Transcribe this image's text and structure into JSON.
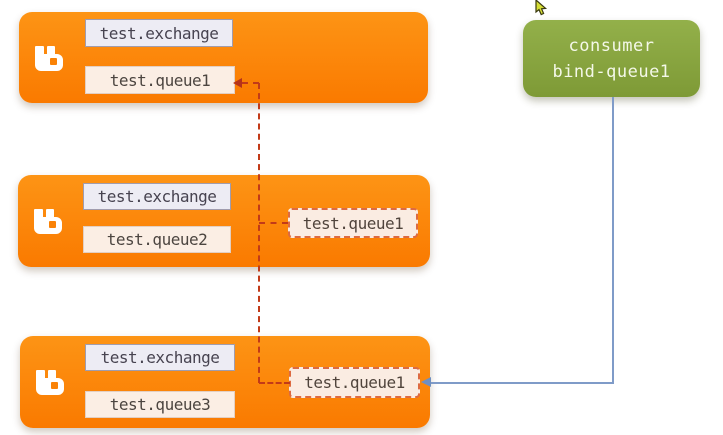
{
  "diagram": {
    "brokers": [
      {
        "exchange": "test.exchange",
        "queue": "test.queue1"
      },
      {
        "exchange": "test.exchange",
        "queue": "test.queue2",
        "ghost_queue": "test.queue1"
      },
      {
        "exchange": "test.exchange",
        "queue": "test.queue3",
        "ghost_queue": "test.queue1"
      }
    ],
    "consumer": {
      "line1": "consumer",
      "line2": "bind-queue1"
    },
    "icons": {
      "broker_icon": "rabbitmq-icon",
      "cursor": "mouse-cursor-icon"
    },
    "colors": {
      "broker_gradient_top": "#fd9415",
      "broker_gradient_bottom": "#fa7a00",
      "consumer_gradient_top": "#93b04a",
      "consumer_gradient_bottom": "#7e9a36",
      "exchange_label_bg": "#edecf4",
      "queue_label_bg": "#fbeee4",
      "ghost_label_border": "#dd6a41",
      "binding_line_red": "#c23a18",
      "consumer_line_blue": "#7f9bc8"
    }
  }
}
